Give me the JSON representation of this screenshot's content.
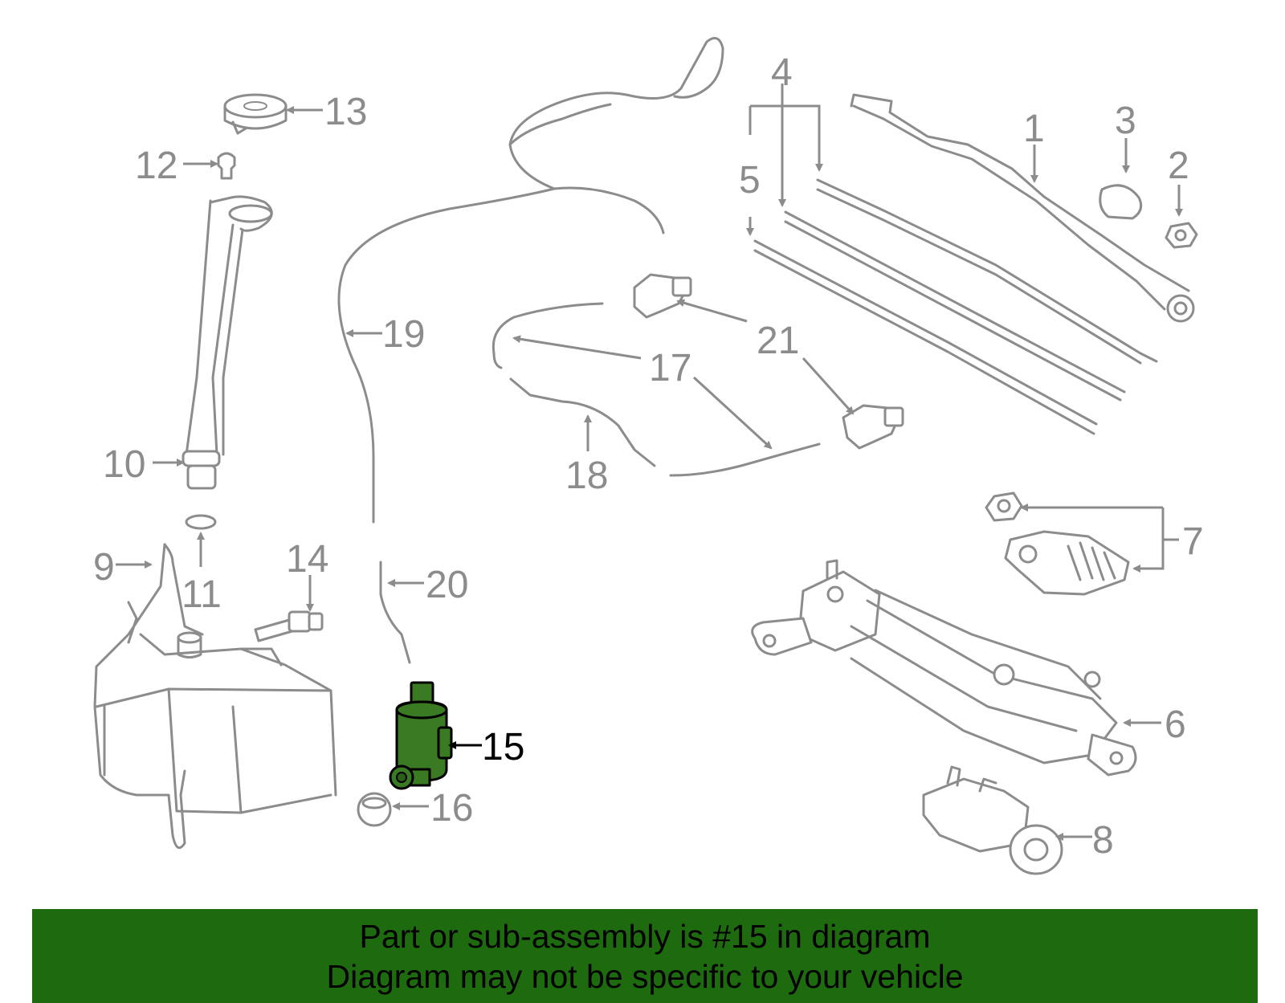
{
  "callouts": [
    {
      "label": "1"
    },
    {
      "label": "2"
    },
    {
      "label": "3"
    },
    {
      "label": "4"
    },
    {
      "label": "5"
    },
    {
      "label": "6"
    },
    {
      "label": "7"
    },
    {
      "label": "8"
    },
    {
      "label": "9"
    },
    {
      "label": "10"
    },
    {
      "label": "11"
    },
    {
      "label": "12"
    },
    {
      "label": "13"
    },
    {
      "label": "14"
    },
    {
      "label": "15"
    },
    {
      "label": "16"
    },
    {
      "label": "17"
    },
    {
      "label": "18"
    },
    {
      "label": "19"
    },
    {
      "label": "20"
    },
    {
      "label": "21"
    }
  ],
  "highlighted_part": "15",
  "colors": {
    "banner_bg": "#1e6b0f",
    "highlight_fill": "#3a7a22",
    "part_stroke": "#8c8c8c",
    "label_text": "#8c8c8c",
    "highlight_label": "#000000"
  },
  "banner": {
    "line1": "Part or sub-assembly is #15 in diagram",
    "line2": "Diagram may not be specific to your vehicle"
  }
}
